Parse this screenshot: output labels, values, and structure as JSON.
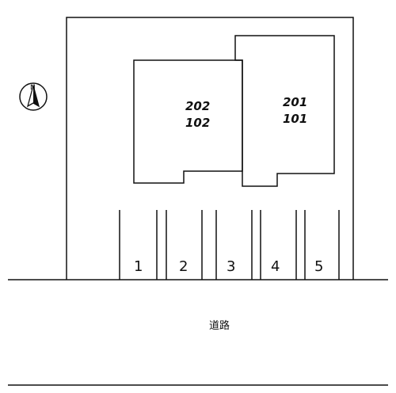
{
  "compass": {
    "label": "N",
    "icon": "north-arrow-icon"
  },
  "buildings": [
    {
      "units": [
        "202",
        "102"
      ]
    },
    {
      "units": [
        "201",
        "101"
      ]
    }
  ],
  "parking": {
    "stalls": [
      "1",
      "2",
      "3",
      "4",
      "5"
    ]
  },
  "road": {
    "label": "道路"
  }
}
